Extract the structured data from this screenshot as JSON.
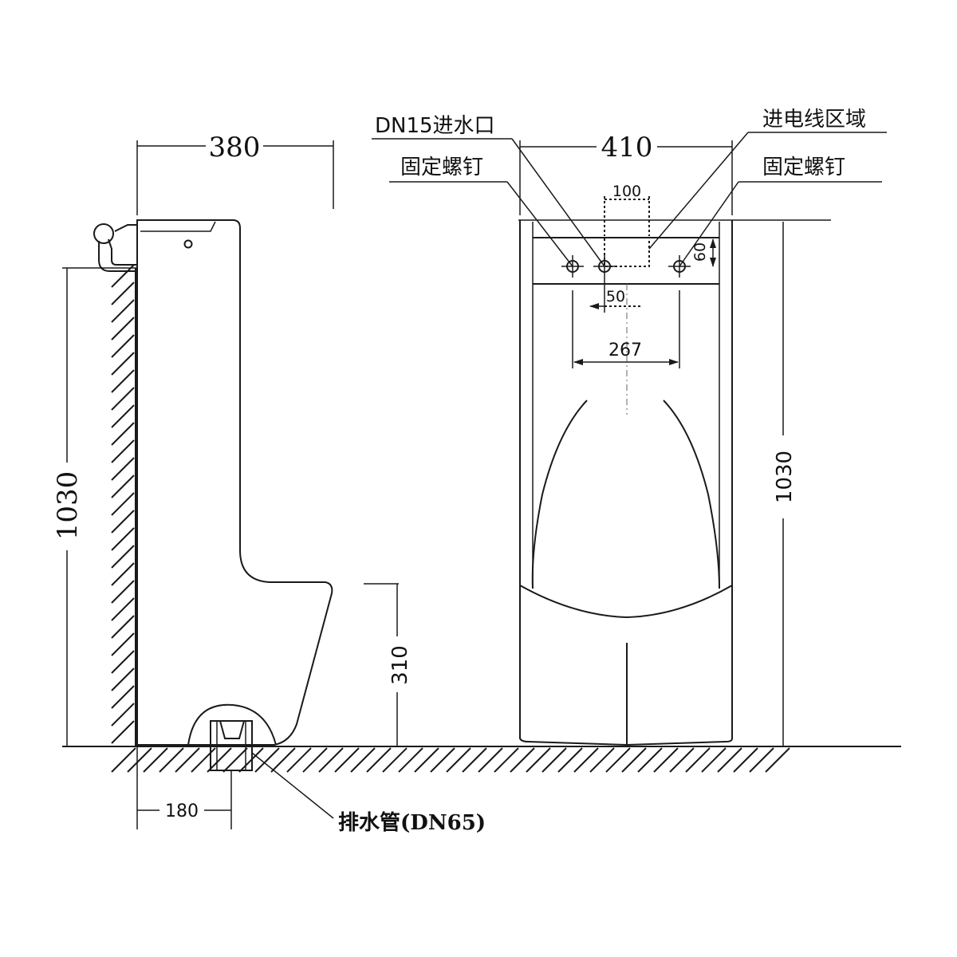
{
  "side_view": {
    "dim_width": "380",
    "dim_height": "1030",
    "dim_outlet_offset": "180",
    "dim_outlet_height": "310",
    "label_drain_pipe": "排水管(DN65)"
  },
  "front_view": {
    "dim_width": "410",
    "dim_height": "1030",
    "dim_inlet_zone_width": "100",
    "dim_inlet_zone_depth": "60",
    "dim_inlet_offset": "50",
    "dim_screw_spacing": "267",
    "label_water_inlet": "DN15进水口",
    "label_screw_left": "固定螺钉",
    "label_power_zone": "进电线区域",
    "label_screw_right": "固定螺钉"
  }
}
